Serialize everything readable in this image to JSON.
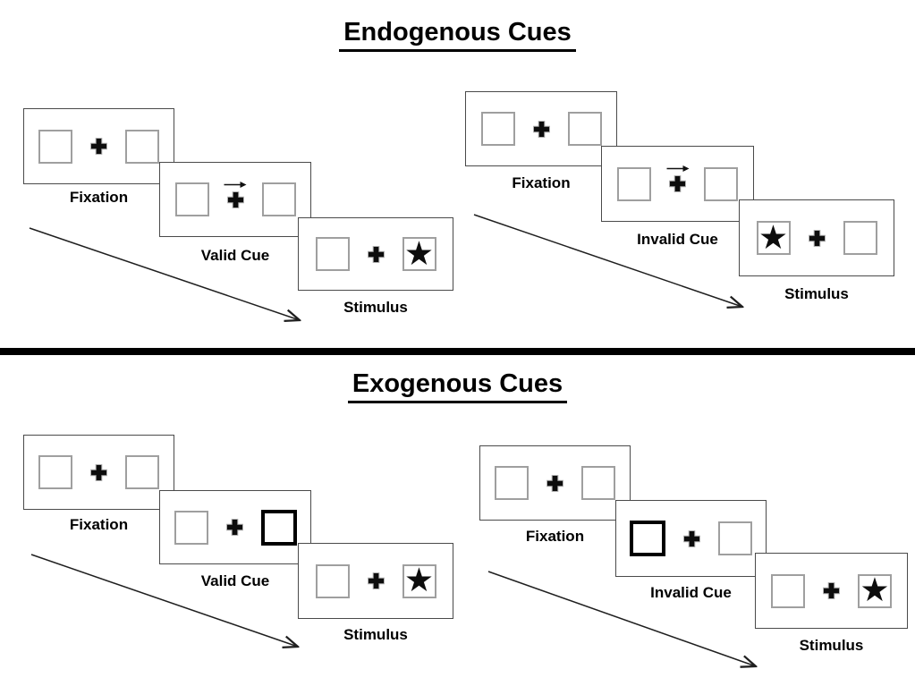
{
  "sections": [
    {
      "title": "Endogenous Cues",
      "groups": [
        {
          "name": "valid-trial",
          "panels": [
            {
              "label": "Fixation"
            },
            {
              "label": "Valid Cue"
            },
            {
              "label": "Stimulus"
            }
          ]
        },
        {
          "name": "invalid-trial",
          "panels": [
            {
              "label": "Fixation"
            },
            {
              "label": "Invalid Cue"
            },
            {
              "label": "Stimulus"
            }
          ]
        }
      ]
    },
    {
      "title": "Exogenous Cues",
      "groups": [
        {
          "name": "valid-trial",
          "panels": [
            {
              "label": "Fixation"
            },
            {
              "label": "Valid Cue"
            },
            {
              "label": "Stimulus"
            }
          ]
        },
        {
          "name": "invalid-trial",
          "panels": [
            {
              "label": "Fixation"
            },
            {
              "label": "Invalid Cue"
            },
            {
              "label": "Stimulus"
            }
          ]
        }
      ]
    }
  ],
  "glyphs": {
    "star": "★"
  },
  "colors": {
    "ink": "#000000",
    "box_border_gray": "#9f9f9f",
    "cue_box_border": "#000000"
  }
}
